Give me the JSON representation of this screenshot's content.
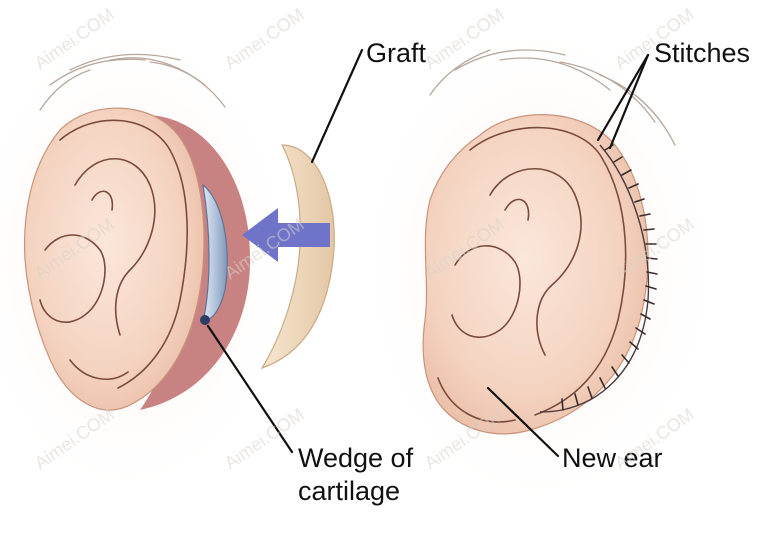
{
  "labels": {
    "graft": "Graft",
    "stitches": "Stitches",
    "wedge_line1": "Wedge of",
    "wedge_line2": "cartilage",
    "new_ear": "New ear"
  },
  "watermark": {
    "text": "Aimei.COM"
  },
  "colors": {
    "skin": "#f4d3c0",
    "skin_shadow": "#e7b7a0",
    "wound_red": "#c98282",
    "cartilage_blue": "#a9bcd6",
    "graft_beige": "#f0d9bc",
    "arrow_blue": "#6f74c8",
    "line": "#111111"
  }
}
